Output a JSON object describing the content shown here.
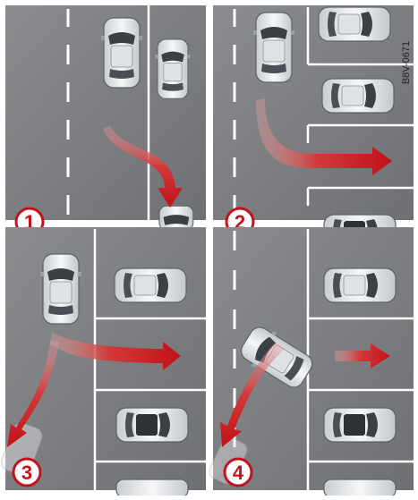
{
  "figure_code": "B8V-0671",
  "panels": [
    {
      "number": "1",
      "arrow": "lane-change-right"
    },
    {
      "number": "2",
      "arrow": "turn-right-into-space"
    },
    {
      "number": "3",
      "arrow": "forward-right-and-reverse-left"
    },
    {
      "number": "4",
      "arrow": "reverse-out-then-drive-right"
    }
  ],
  "colors": {
    "road": "#7b7d80",
    "lane_marking": "#ffffff",
    "arrow": "#c91a1f",
    "car_body": "#e9ebee",
    "number_badge_ring": "#c4121d",
    "background": "#ffffff"
  },
  "icons": [
    "car-icon",
    "parked-car-icon",
    "red-arrow-icon"
  ]
}
